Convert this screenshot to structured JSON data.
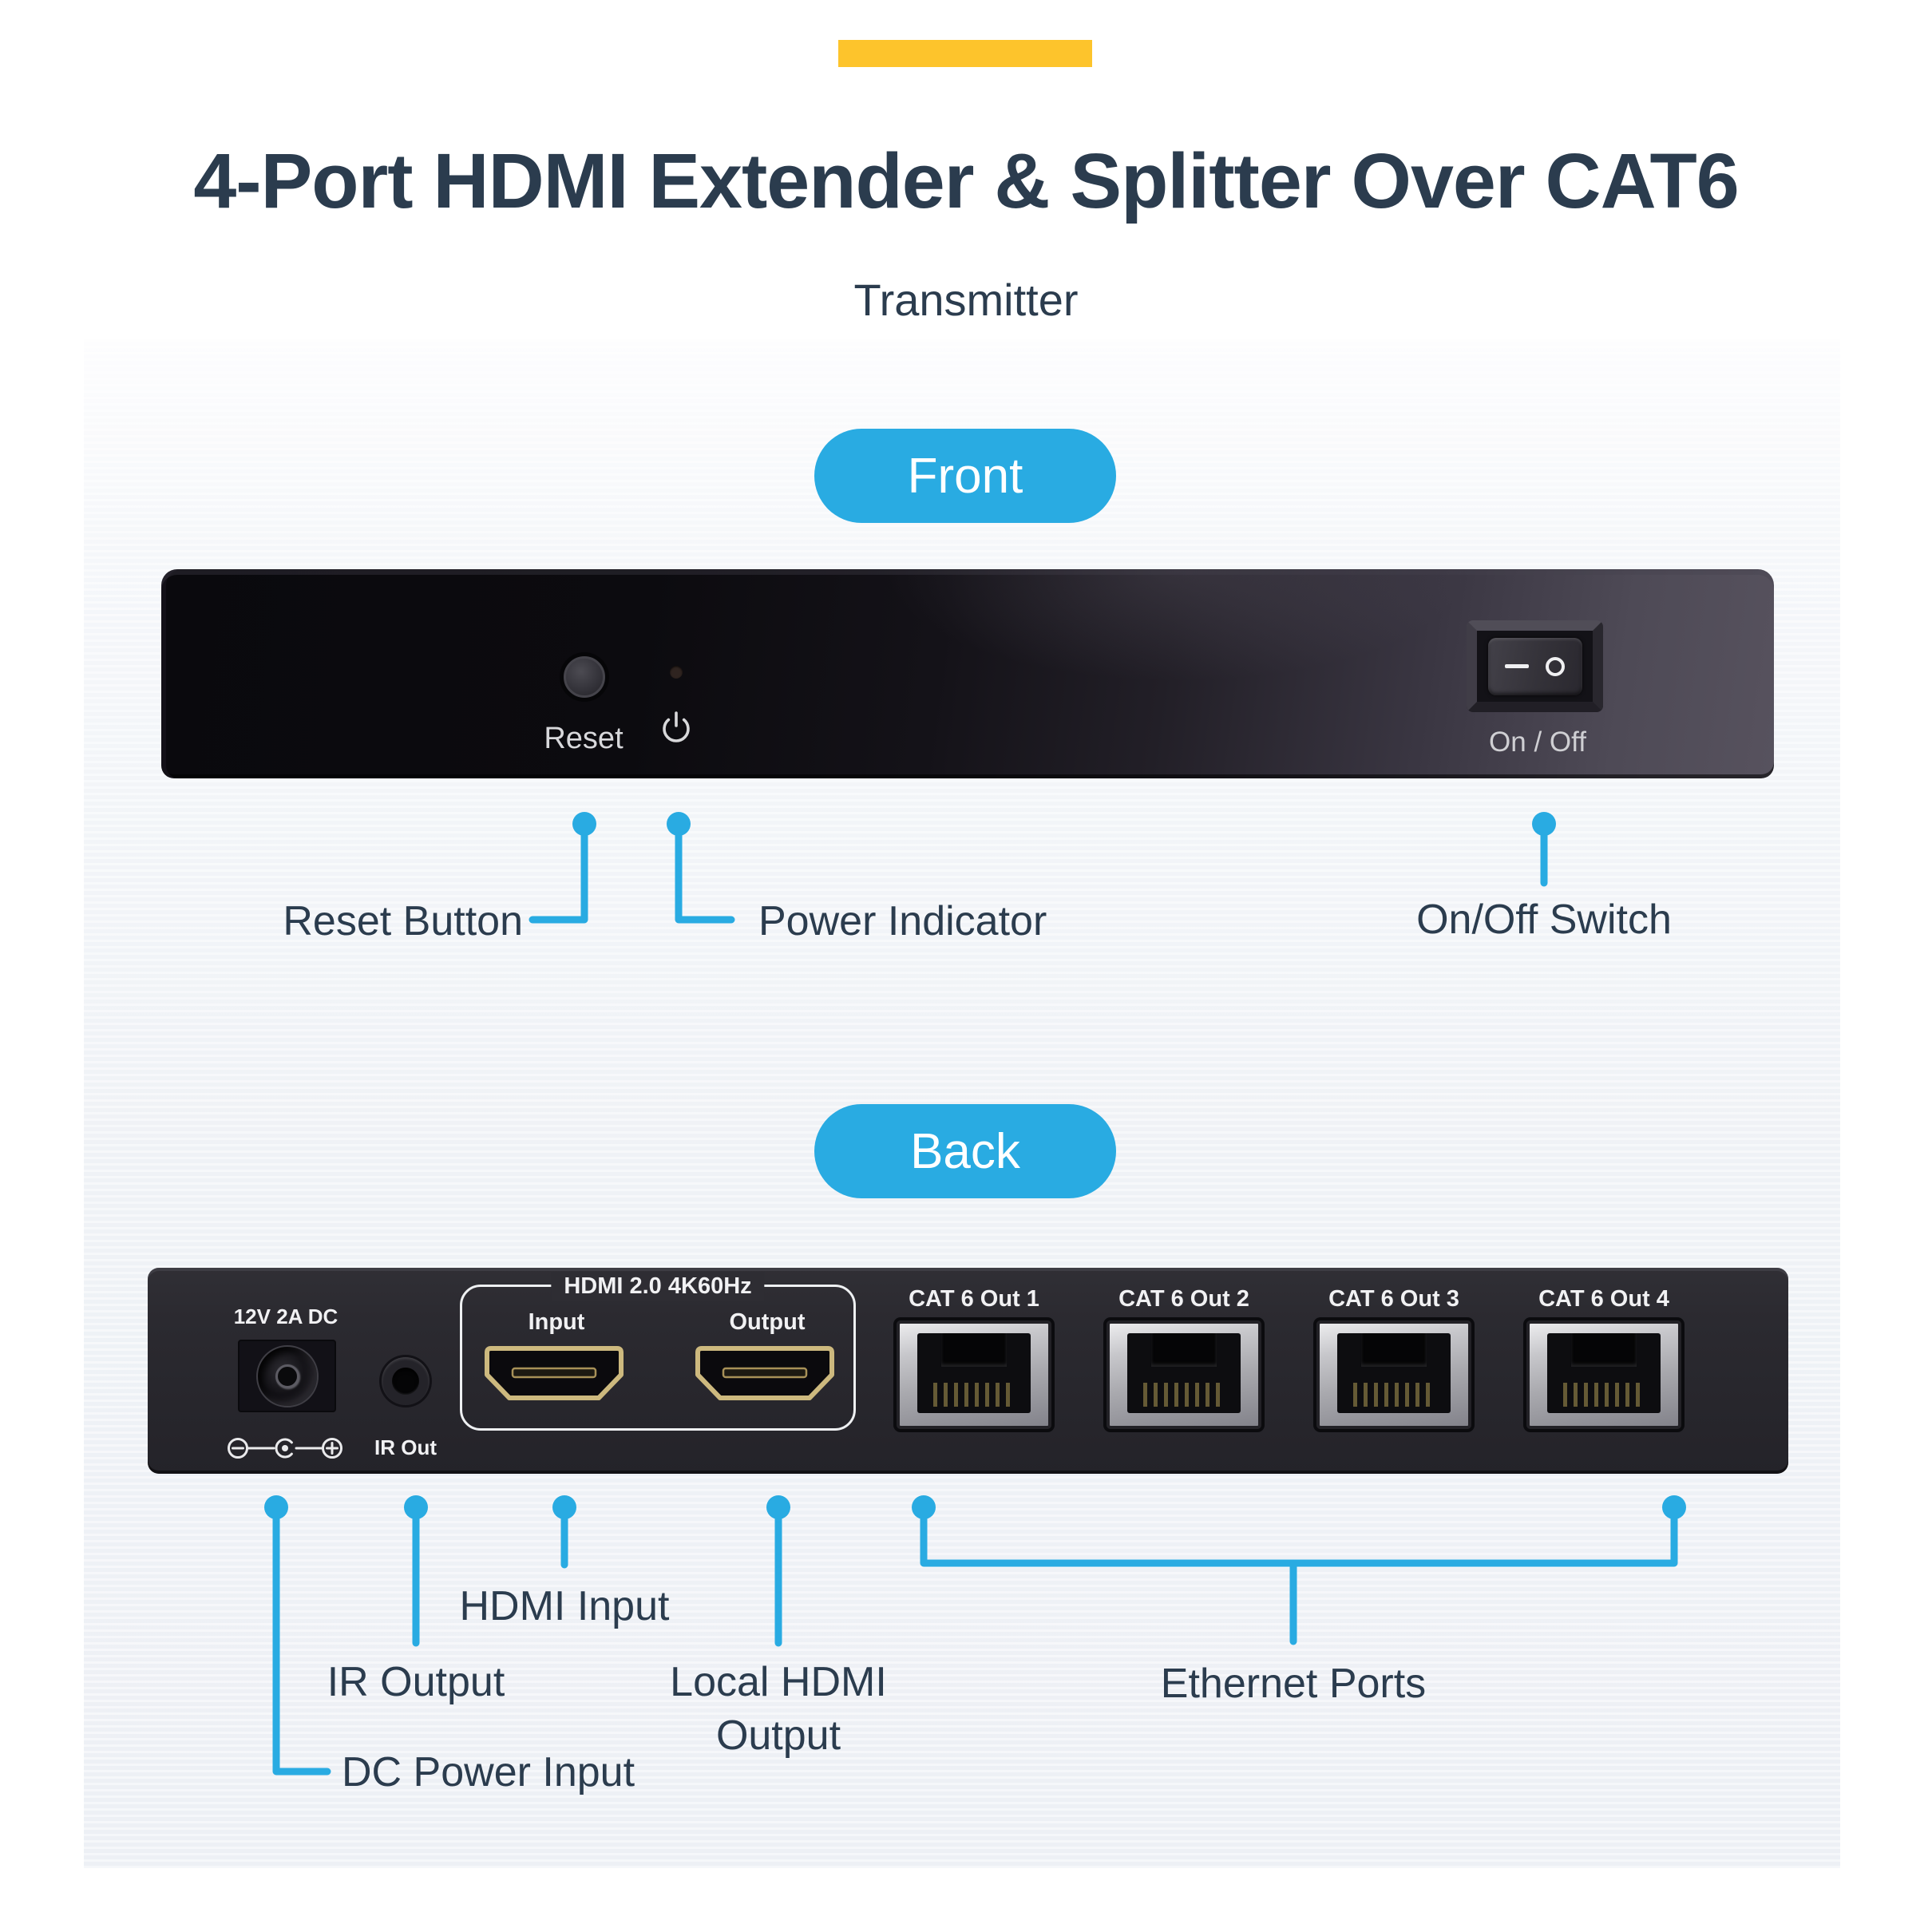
{
  "colors": {
    "accent_blue": "#29ABE2",
    "accent_yellow": "#FDC42C",
    "heading_text": "#2B3C4E",
    "device_black": "#121117",
    "panel_text_light": "#D8D8DB",
    "panel_text_white": "#F1F1F3"
  },
  "header": {
    "title": "4-Port HDMI Extender & Splitter Over CAT6",
    "subtitle": "Transmitter"
  },
  "front": {
    "section_label": "Front",
    "panel": {
      "reset_label": "Reset",
      "switch_label": "On / Off",
      "power_icon": "power-standby-icon",
      "reset_button_icon": "round-push-button",
      "power_led_icon": "led-dot"
    },
    "callouts": [
      {
        "label": "Reset Button"
      },
      {
        "label": "Power Indicator"
      },
      {
        "label": "On/Off Switch"
      }
    ]
  },
  "back": {
    "section_label": "Back",
    "panel": {
      "dc_label": "12V 2A DC",
      "polarity_icon": "center-positive-polarity-icon",
      "ir_label": "IR Out",
      "hdmi_group_label": "HDMI 2.0 4K60Hz",
      "hdmi_input_label": "Input",
      "hdmi_output_label": "Output",
      "cat6_labels": [
        "CAT 6 Out 1",
        "CAT 6 Out 2",
        "CAT 6 Out 3",
        "CAT 6 Out 4"
      ]
    },
    "callouts": {
      "hdmi_input": "HDMI Input",
      "ir_output": "IR Output",
      "local_hdmi_line1": "Local HDMI",
      "local_hdmi_line2": "Output",
      "ethernet": "Ethernet Ports",
      "dc_power": "DC Power Input"
    }
  }
}
